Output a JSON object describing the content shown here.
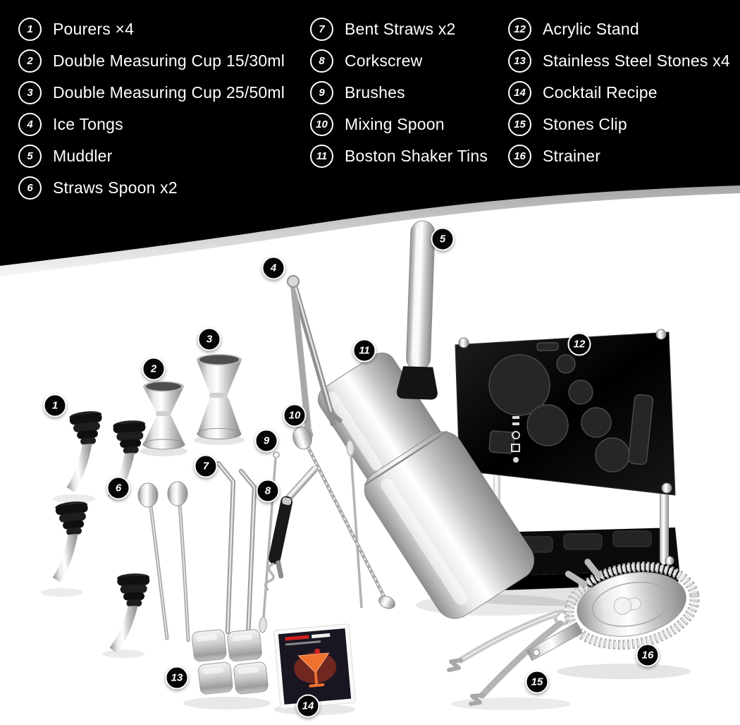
{
  "colors": {
    "top_band": "#000000",
    "background": "#ffffff",
    "badge_fill": "#050505",
    "badge_ring": "#ffffff",
    "steel": "#c9c9c9"
  },
  "legend": {
    "columns": [
      {
        "items": [
          {
            "num": "1",
            "label": "Pourers ×4"
          },
          {
            "num": "2",
            "label": "Double Measuring Cup 15/30ml"
          },
          {
            "num": "3",
            "label": "Double Measuring Cup 25/50ml"
          },
          {
            "num": "4",
            "label": "Ice Tongs"
          },
          {
            "num": "5",
            "label": "Muddler"
          },
          {
            "num": "6",
            "label": "Straws Spoon x2"
          }
        ]
      },
      {
        "items": [
          {
            "num": "7",
            "label": "Bent Straws x2"
          },
          {
            "num": "8",
            "label": "Corkscrew"
          },
          {
            "num": "9",
            "label": "Brushes"
          },
          {
            "num": "10",
            "label": "Mixing Spoon"
          },
          {
            "num": "11",
            "label": "Boston Shaker Tins"
          }
        ]
      },
      {
        "items": [
          {
            "num": "12",
            "label": "Acrylic Stand"
          },
          {
            "num": "13",
            "label": "Stainless Steel Stones x4"
          },
          {
            "num": "14",
            "label": "Cocktail Recipe"
          },
          {
            "num": "15",
            "label": "Stones Clip"
          },
          {
            "num": "16",
            "label": "Strainer"
          }
        ]
      }
    ]
  },
  "callouts": [
    "1",
    "2",
    "3",
    "4",
    "5",
    "6",
    "7",
    "8",
    "9",
    "10",
    "11",
    "12",
    "13",
    "14",
    "15",
    "16"
  ]
}
